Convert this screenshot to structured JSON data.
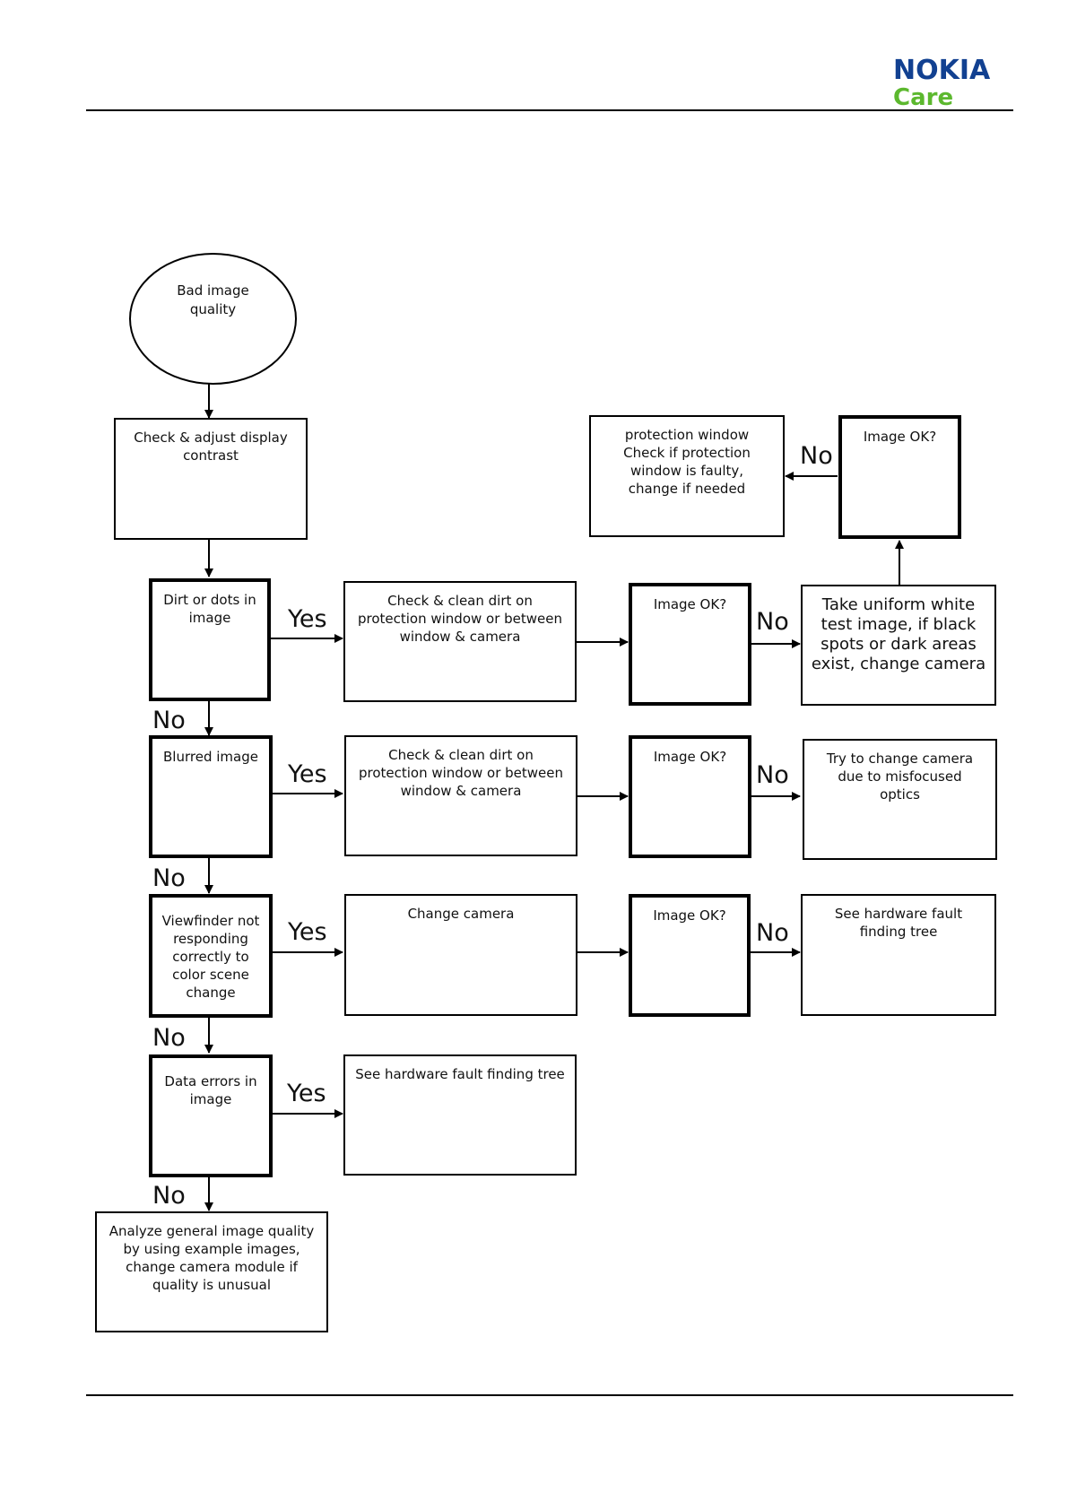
{
  "header": {
    "logo_line1": "NOKIA",
    "logo_line2": "Care"
  },
  "nodes": {
    "start": "Bad image quality",
    "check_contrast": "Check & adjust display contrast",
    "dirt_dots": "Dirt or dots in image",
    "clean_dirt_1": "Check & clean dirt on protection window or between window & camera",
    "image_ok_1": "Image OK?",
    "uniform_white": "Take uniform white test image, if black spots or dark areas exist, change camera",
    "image_ok_top": "Image OK?",
    "protection_window": "protection window Check if protection window is faulty, change if needed",
    "blurred": "Blurred image",
    "clean_dirt_2": "Check & clean dirt on protection window or between window & camera",
    "image_ok_2": "Image OK?",
    "misfocused": "Try to change camera due to misfocused optics",
    "viewfinder": "Viewfinder not responding correctly to color scene change",
    "change_camera": "Change camera",
    "image_ok_3": "Image OK?",
    "hw_tree_1": "See hardware fault finding tree",
    "data_errors": "Data errors in image",
    "hw_tree_2": "See hardware fault finding tree",
    "analyze": "Analyze general image quality by using example images, change camera module if quality is unusual"
  },
  "labels": {
    "yes": "Yes",
    "no": "No"
  }
}
